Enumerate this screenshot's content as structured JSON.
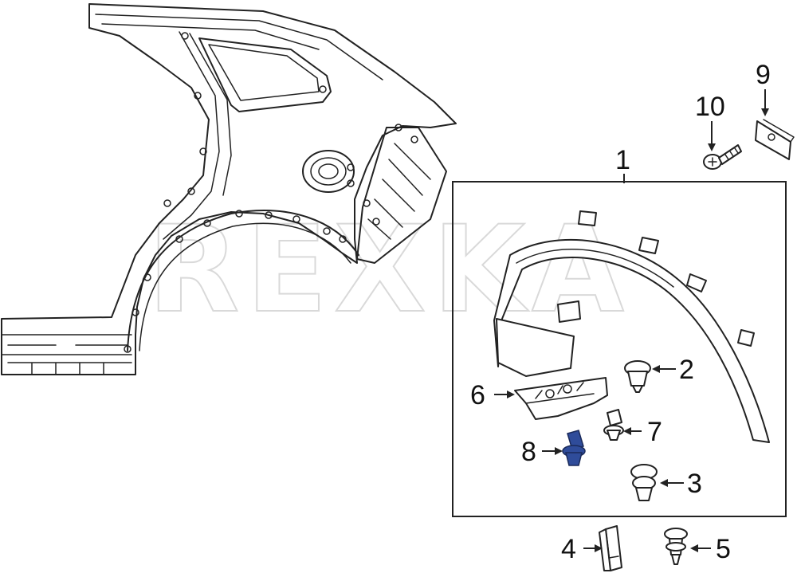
{
  "watermark": "REXKA",
  "callouts": {
    "c1": "1",
    "c2": "2",
    "c3": "3",
    "c4": "4",
    "c5": "5",
    "c6": "6",
    "c7": "7",
    "c8": "8",
    "c9": "9",
    "c10": "10"
  },
  "colors": {
    "line": "#222222",
    "highlight_part": "#2f4c9a"
  }
}
